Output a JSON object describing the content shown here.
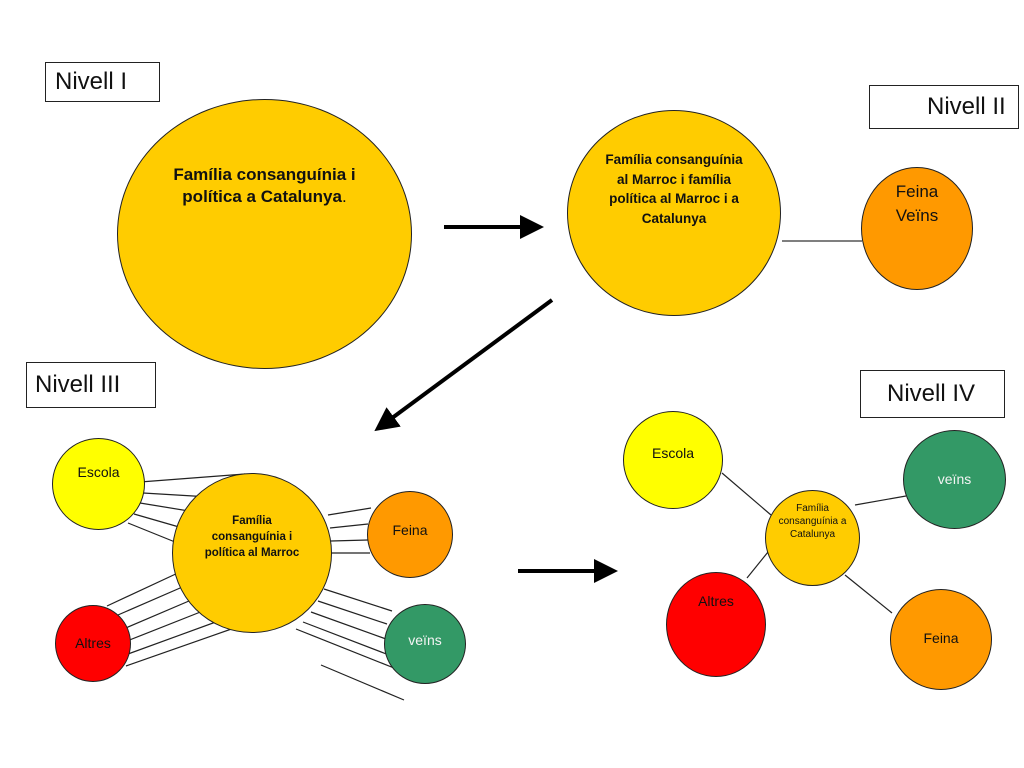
{
  "colors": {
    "gold": "#FFCC00",
    "yellow": "#FFFF00",
    "orange": "#FF9900",
    "green": "#339966",
    "red": "#FF0000"
  },
  "levels": {
    "l1": "Nivell I",
    "l2": "Nivell II",
    "l3": "Nivell III",
    "l4": "Nivell IV"
  },
  "level1": {
    "main_text": "Família consanguínia i política a Catalunya",
    "main_period": "."
  },
  "level2": {
    "main": "Família consanguínia al Marroc i família política al Marroc i a Catalunya",
    "side": "Feina Veïns"
  },
  "level3": {
    "center": "Família consanguínia i política al Marroc",
    "escola": "Escola",
    "feina": "Feina",
    "altres": "Altres",
    "veins": "veïns"
  },
  "level4": {
    "center": "Família consanguínia a Catalunya",
    "escola": "Escola",
    "veins": "veïns",
    "altres": "Altres",
    "feina": "Feina"
  }
}
